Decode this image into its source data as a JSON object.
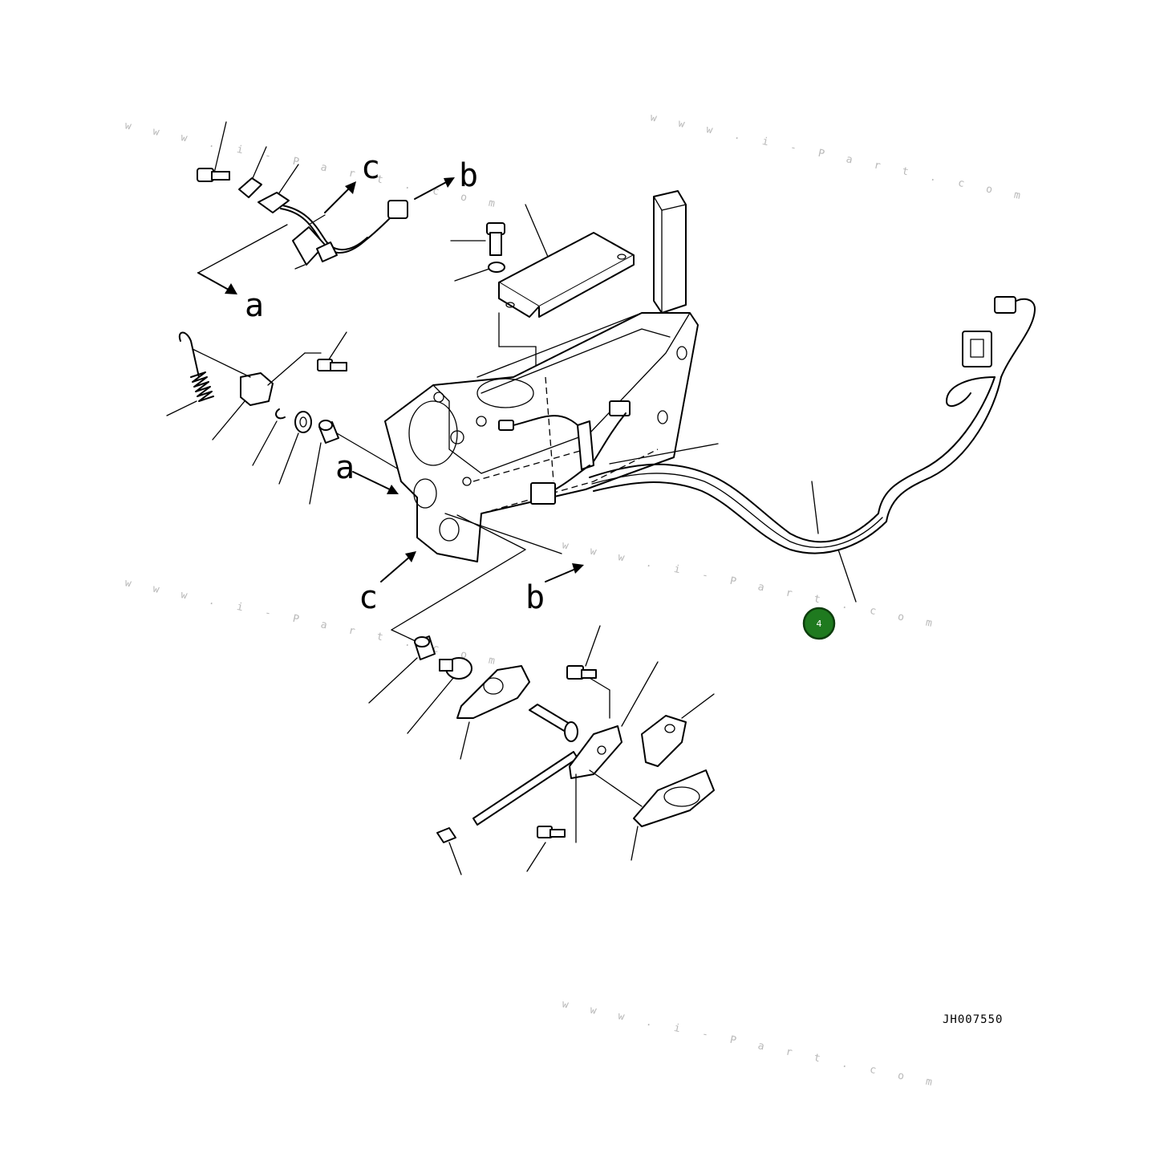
{
  "diagram": {
    "drawing_id": "JH007550",
    "ref_letters": {
      "a_top": "a",
      "b_top": "b",
      "c_top": "c",
      "a_mid": "a",
      "b_bottom": "b",
      "c_bottom": "c"
    },
    "callout": {
      "label": "4",
      "color": "#1f7a1f"
    },
    "watermarks": [
      "w w w . i - P a r t . c o m",
      "w w w . i - P a r t . c o m",
      "w w w . i - P a r t . c o m",
      "w w w . i - P a r t . c o m",
      "w w w . i - P a r t . c o m"
    ]
  }
}
